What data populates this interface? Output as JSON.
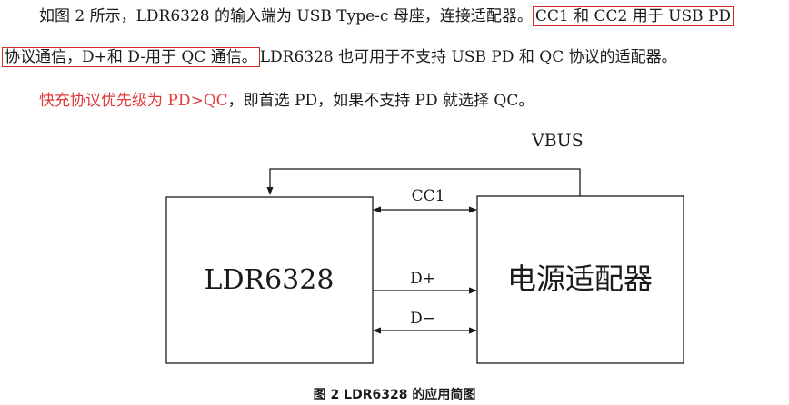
{
  "paragraph": {
    "line1_plain": "如图 2 所示，LDR6328 的输入端为 USB Type-c 母座，连接适配器。",
    "line1_boxed": "CC1 和 CC2 用于 USB PD",
    "line2_boxed": "协议通信，D+和 D-用于 QC 通信。",
    "line2_plain": "LDR6328 也可用于不支持 USB PD 和 QC 协议的适配器。",
    "line3_red": "快充协议优先级为 PD>QC",
    "line3_plain": "，即首选 PD，如果不支持 PD 就选择 QC。"
  },
  "diagram": {
    "vbus_label": "VBUS",
    "left_block": "LDR6328",
    "right_block": "电源适配器",
    "cc1_label": "CC1",
    "dplus_label": "D+",
    "dminus_label": "D−"
  },
  "caption": "图 2 LDR6328 的应用简图",
  "colors": {
    "highlight_box": "#d42b2b",
    "red_text": "#e23a3a",
    "text": "#1a1a1a"
  }
}
